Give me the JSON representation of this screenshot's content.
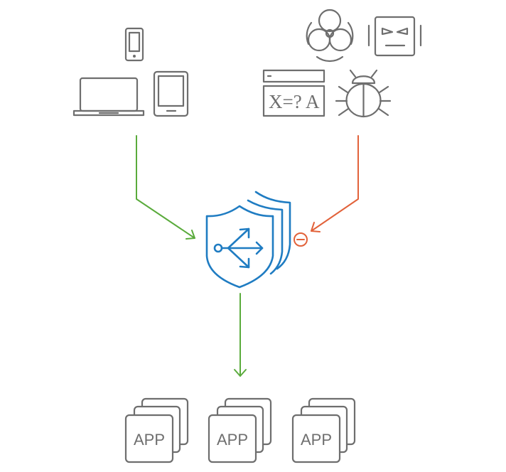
{
  "threat_form": {
    "text": "X=? A"
  },
  "apps": [
    {
      "label": "APP"
    },
    {
      "label": "APP"
    },
    {
      "label": "APP"
    }
  ],
  "colors": {
    "allowed_flow": "#5aab3c",
    "blocked_flow": "#e2623a",
    "shield": "#1f7cc2",
    "icons": "#6e6e6e"
  },
  "icons": {
    "clients": [
      "smartphone-icon",
      "laptop-icon",
      "tablet-icon"
    ],
    "threats": [
      "biohazard-icon",
      "bot-icon",
      "injection-form-icon",
      "bug-icon"
    ],
    "gateway": "shield-gateway-icon",
    "blocked": "block-icon"
  }
}
